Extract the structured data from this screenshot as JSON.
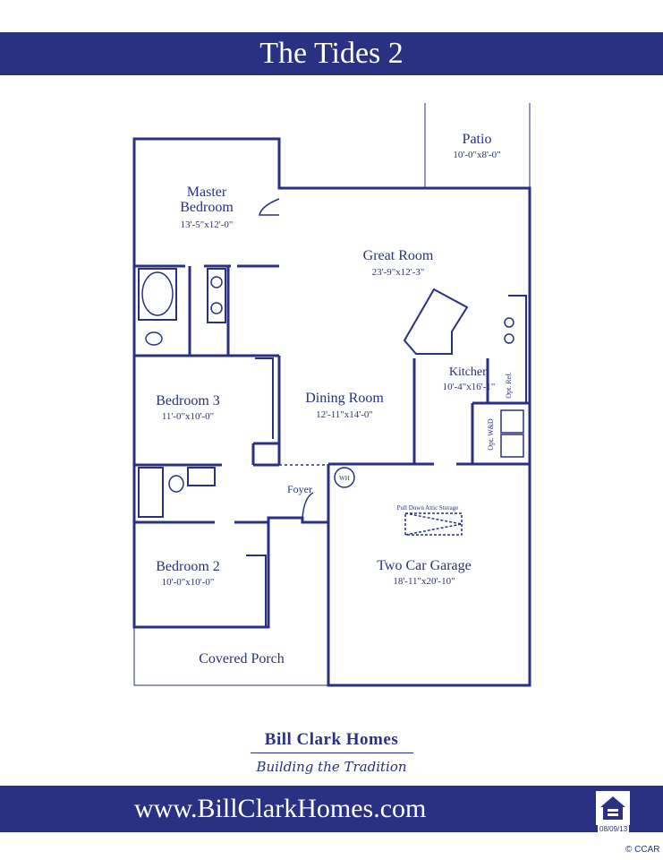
{
  "header": {
    "title": "The Tides 2"
  },
  "rooms": {
    "patio": {
      "name": "Patio",
      "dims": "10'-0\"x8'-0\""
    },
    "master_bedroom": {
      "name_line1": "Master",
      "name_line2": "Bedroom",
      "dims": "13'-5\"x12'-0\""
    },
    "great_room": {
      "name": "Great Room",
      "dims": "23'-9\"x12'-3\""
    },
    "kitchen": {
      "name": "Kitchen",
      "dims": "10'-4\"x16'-1\""
    },
    "bedroom3": {
      "name": "Bedroom 3",
      "dims": "11'-0\"x10'-0\""
    },
    "dining_room": {
      "name": "Dining Room",
      "dims": "12'-11\"x14'-0\""
    },
    "foyer": {
      "name": "Foyer"
    },
    "bedroom2": {
      "name": "Bedroom 2",
      "dims": "10'-0\"x10'-0\""
    },
    "garage": {
      "name": "Two Car Garage",
      "dims": "18'-11\"x20'-10\""
    },
    "covered_porch": {
      "name": "Covered Porch"
    }
  },
  "fixtures": {
    "water_heater": "WH",
    "attic": "Pull Down Attic Storage",
    "opt_ref": "Opt. Ref.",
    "opt_wd": "Opt. W&D"
  },
  "brand": {
    "name": "Bill Clark Homes",
    "tagline": "Building the Tradition"
  },
  "footer": {
    "url": "www.BillClarkHomes.com",
    "date": "08/09/13",
    "credit": "© CCAR"
  },
  "colors": {
    "brand_blue": "#2a3182"
  }
}
